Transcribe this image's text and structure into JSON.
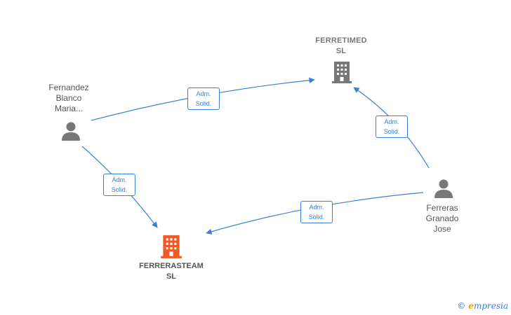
{
  "nodes": {
    "ferretimed": {
      "line1": "FERRETIMED",
      "line2": "SL",
      "type": "company"
    },
    "ferrerasteam": {
      "line1": "FERRERASTEAM",
      "line2": "SL",
      "type": "company-main"
    },
    "fernandez": {
      "line1": "Fernandez",
      "line2": "Blanco",
      "line3": "Maria...",
      "type": "person"
    },
    "ferreras": {
      "line1": "Ferreras",
      "line2": "Granado",
      "line3": "Jose",
      "type": "person"
    }
  },
  "edges": [
    {
      "id": "fernandez-ferretimed",
      "line1": "Adm.",
      "line2": "Solid."
    },
    {
      "id": "fernandez-ferrerasteam",
      "line1": "Adm.",
      "line2": "Solid."
    },
    {
      "id": "ferreras-ferretimed",
      "line1": "Adm.",
      "line2": "Solid."
    },
    {
      "id": "ferreras-ferrerasteam",
      "line1": "Adm.",
      "line2": "Solid."
    }
  ],
  "colors": {
    "edge": "#3b7fd4",
    "company_icon": "#777777",
    "main_company_icon": "#f05a28",
    "person_icon": "#777777"
  },
  "watermark": {
    "symbol": "©",
    "initial": "e",
    "rest": "mpresia"
  }
}
